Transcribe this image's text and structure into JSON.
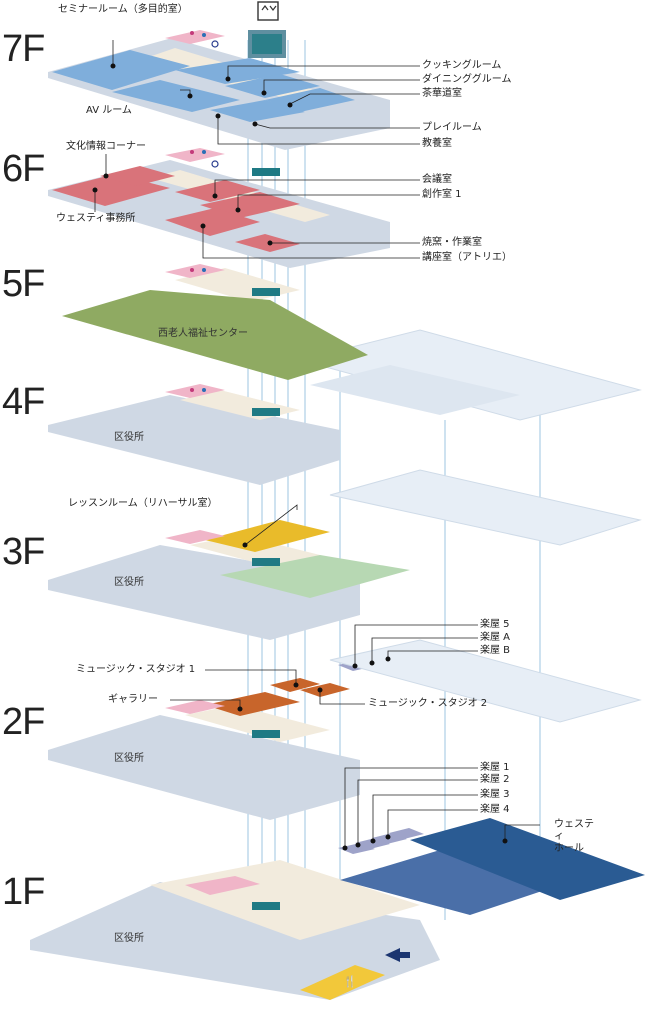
{
  "floors": [
    {
      "id": "7F",
      "label": "7F"
    },
    {
      "id": "6F",
      "label": "6F"
    },
    {
      "id": "5F",
      "label": "5F"
    },
    {
      "id": "4F",
      "label": "4F"
    },
    {
      "id": "3F",
      "label": "3F"
    },
    {
      "id": "2F",
      "label": "2F"
    },
    {
      "id": "1F",
      "label": "1F"
    }
  ],
  "rooms": {
    "f7_seminar": "セミナールーム（多目的室）",
    "f7_av": "AV ルーム",
    "f7_cooking": "クッキングルーム",
    "f7_dining": "ダイニンググルーム",
    "f7_tea": "茶華道室",
    "f7_play": "プレイルーム",
    "f7_culture": "教養室",
    "f6_bunka": "文化情報コーナー",
    "f6_westy_office": "ウェスティ事務所",
    "f6_meeting": "会議室",
    "f6_create": "創作室 1",
    "f6_kiln": "焼窯・作業室",
    "f6_lecture": "講座室（アトリエ）",
    "f5_elderly": "西老人福祉センター",
    "f4_ward": "区役所",
    "f3_lesson": "レッスンルーム（リハーサル室）",
    "f3_ward": "区役所",
    "f3_gakuya5": "楽屋 5",
    "f3_gakuyaA": "楽屋 A",
    "f3_gakuyaB": "楽屋 B",
    "f2_studio1": "ミュージック・スタジオ 1",
    "f2_gallery": "ギャラリー",
    "f2_studio2": "ミュージック・スタジオ 2",
    "f2_ward": "区役所",
    "f1_gakuya1": "楽屋 1",
    "f1_gakuya2": "楽屋 2",
    "f1_gakuya3": "楽屋 3",
    "f1_gakuya4": "楽屋 4",
    "f1_hall": "ウェスティ\nホール",
    "f1_ward": "区役所"
  },
  "colors": {
    "floor": "#cfd8e4",
    "corridor": "#f2ebdd",
    "blue_room": "#7faedb",
    "red_room": "#d9737a",
    "green_room": "#8faa62",
    "yellow_room": "#e9bb2a",
    "orange_room": "#c8652b",
    "lavender_room": "#9ea3c9",
    "hall": "#2a5b93",
    "light_floor": "#e7eef6",
    "shaft": "#1f7a84",
    "pink_wc": "#f0b5c8",
    "outline": "#9cc4e0"
  },
  "icons": {
    "elevator": "elevator-icon",
    "female": "female-icon",
    "male": "male-icon",
    "accessible": "wheelchair-icon",
    "restaurant": "restaurant-icon",
    "entrance": "entrance-arrow-icon"
  }
}
